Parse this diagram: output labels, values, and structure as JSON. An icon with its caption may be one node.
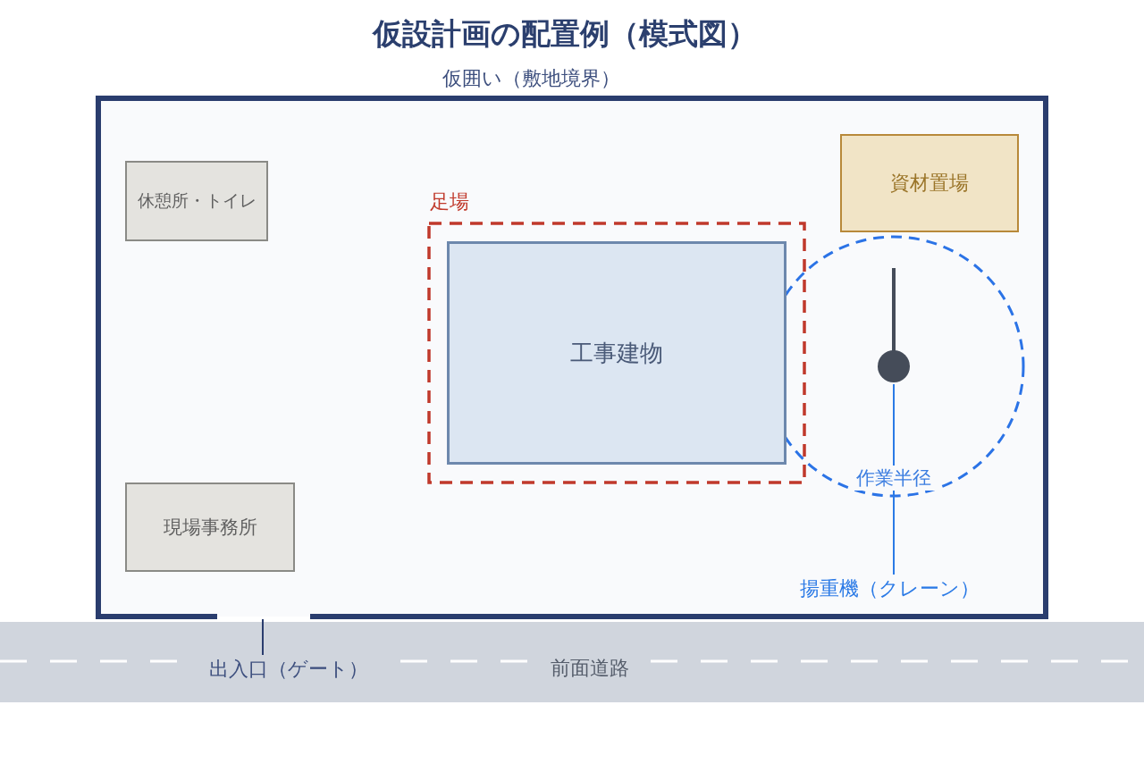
{
  "diagram": {
    "title": "仮設計画の配置例（模式図）",
    "nodes": [
      {
        "text": [
          "仮囲い（敷地境界）"
        ]
      },
      {
        "text": [
          "休憩所・トイレ"
        ],
        "in": 0
      },
      {
        "text": [
          "足場"
        ],
        "in": 0
      },
      {
        "text": [
          "工事建物"
        ],
        "in": 2
      },
      {
        "text": [
          "資材置場"
        ],
        "in": 0
      },
      {
        "text": [
          "作業半径"
        ],
        "in": 0
      },
      {
        "text": [],
        "shape": "circle",
        "in": 5
      },
      {
        "text": [
          "揚重機（クレーン）"
        ],
        "in": 0
      },
      {
        "text": [
          "現場事務所"
        ],
        "in": 0
      },
      {
        "text": [
          "前面道路"
        ]
      },
      {
        "text": [
          "出入口（ゲート）"
        ],
        "in": 9
      }
    ],
    "edges": [
      {
        "from": 7,
        "to": 6,
        "arrow": "none",
        "color": "#2b7ae6"
      },
      {
        "from": 10,
        "to": null,
        "arrow": "none",
        "color": "#2a3d6e"
      }
    ]
  }
}
